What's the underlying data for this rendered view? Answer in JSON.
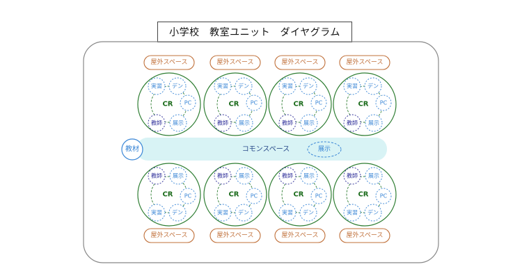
{
  "title": "小学校　教室ユニット　ダイヤグラム",
  "outdoor_label": "屋外スペース",
  "classroom": {
    "cr": "CR",
    "jisshu": "実習",
    "den": "デン",
    "pc": "PC",
    "kyoshi": "教師",
    "tenji": "展示"
  },
  "common": {
    "label": "コモンスペース",
    "tenji": "展示"
  },
  "kyozai": "教材",
  "colors": {
    "outdoor": "#c0703a",
    "unit_green": "#2e7d32",
    "sub_blue": "#3a86d6",
    "teacher_navy": "#2f2f9a",
    "common_fill": "#d8f3f5",
    "cr_text": "#1b6b1b"
  }
}
